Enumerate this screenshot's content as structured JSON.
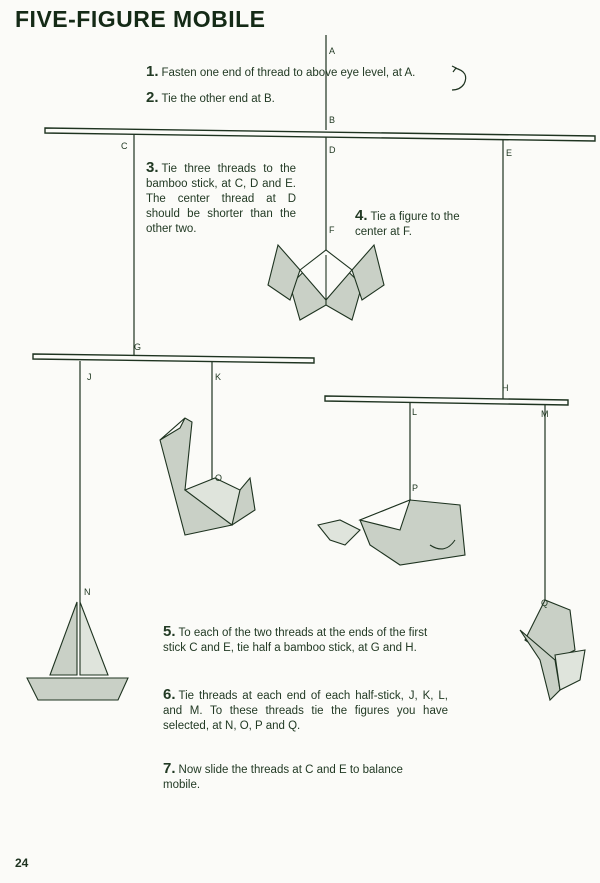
{
  "title": "FIVE-FIGURE MOBILE",
  "steps": [
    {
      "num": "1.",
      "text": "Fasten one end of thread to above eye level, at A."
    },
    {
      "num": "2.",
      "text": "Tie the other end at B."
    },
    {
      "num": "3.",
      "text": "Tie three threads to the bamboo stick, at C, D and E. The center thread at D should be shorter than the other two."
    },
    {
      "num": "4.",
      "text": "Tie a figure to the center at F."
    },
    {
      "num": "5.",
      "text": "To each of the two threads at the ends of the first stick C and E, tie half a bamboo stick, at G and H."
    },
    {
      "num": "6.",
      "text": "Tie threads at each end of each half-stick, J, K, L, and M. To these threads tie the figures you have selected, at N, O, P and Q."
    },
    {
      "num": "7.",
      "text": "Now slide the threads at C and E to balance mobile."
    }
  ],
  "labels": {
    "A": "A",
    "B": "B",
    "C": "C",
    "D": "D",
    "E": "E",
    "F": "F",
    "G": "G",
    "H": "H",
    "J": "J",
    "K": "K",
    "L": "L",
    "M": "M",
    "N": "N",
    "O": "O",
    "P": "P",
    "Q": "Q"
  },
  "page_number": "24",
  "colors": {
    "ink": "#1e3320",
    "paper": "#fbfbf8",
    "figure_fill": "#c9d0c6"
  }
}
